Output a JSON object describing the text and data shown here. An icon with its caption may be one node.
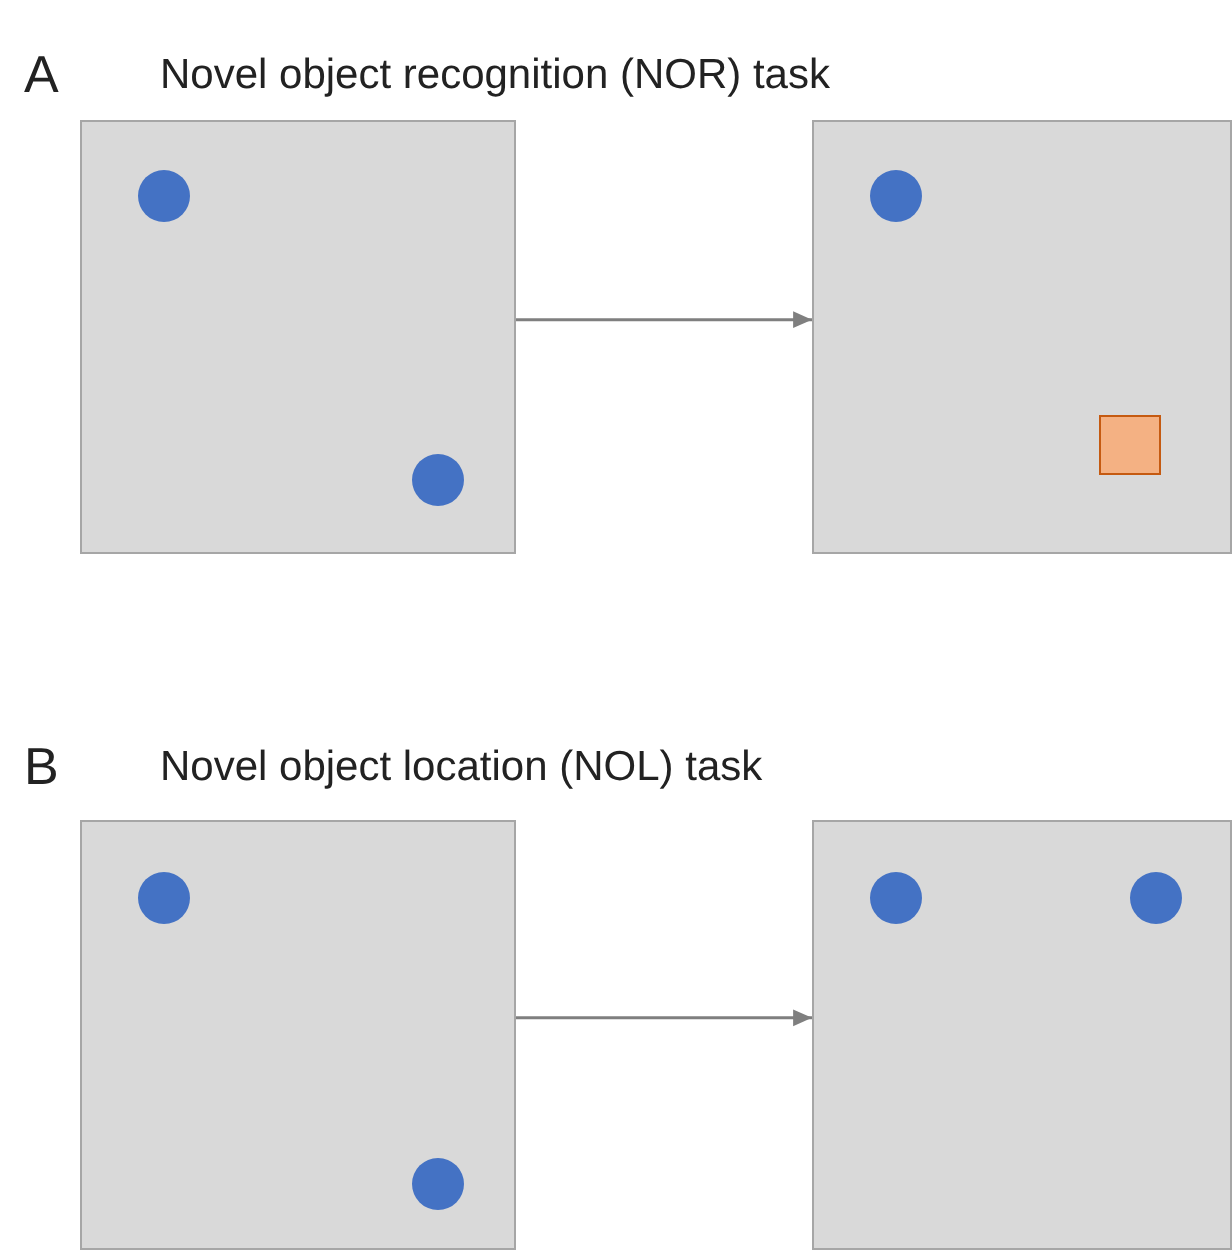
{
  "diagram": {
    "nodes": [
      {
        "text": [],
        "shape": "box"
      },
      {
        "text": [],
        "shape": "box"
      },
      {
        "text": [],
        "shape": "box"
      },
      {
        "text": [],
        "shape": "box"
      }
    ],
    "edges": [
      {
        "from": 0,
        "to": 1,
        "arrow": "to"
      },
      {
        "from": 2,
        "to": 3,
        "arrow": "to"
      }
    ],
    "labels": [
      "A",
      "Novel object recognition (NOR) task",
      "B",
      "Novel object location (NOL) task"
    ]
  }
}
